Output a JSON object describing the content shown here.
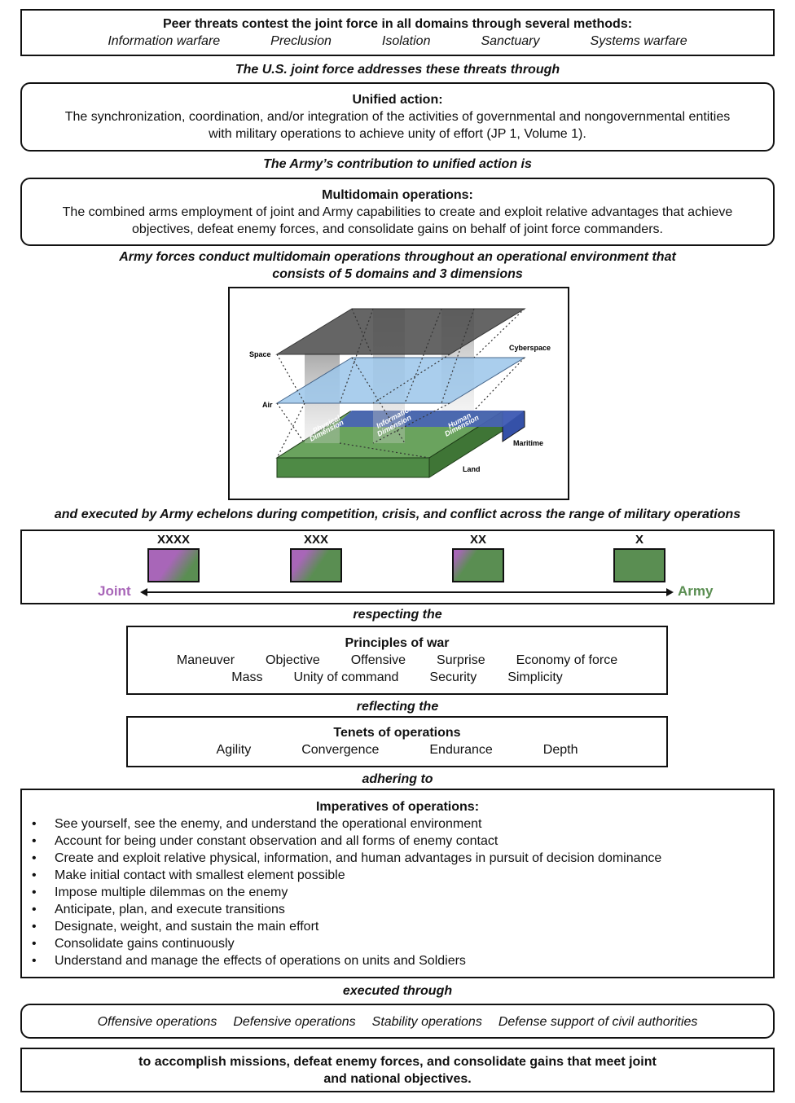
{
  "threats": {
    "title": "Peer threats contest the joint force in all domains through several methods:",
    "methods": [
      "Information warfare",
      "Preclusion",
      "Isolation",
      "Sanctuary",
      "Systems warfare"
    ]
  },
  "connector1": "The U.S. joint force addresses these threats through",
  "unified_action": {
    "title": "Unified action:",
    "line1": "The synchronization, coordination, and/or integration of the activities of governmental and nongovernmental entities",
    "line2": "with military operations to achieve unity of effort (JP 1, Volume 1)."
  },
  "connector2": "The Army’s contribution to unified action is",
  "multidomain": {
    "title": "Multidomain operations:",
    "line1": "The combined arms employment of joint and Army capabilities to create and exploit relative advantages that achieve",
    "line2": "objectives, defeat enemy forces, and consolidate gains on behalf of joint force commanders."
  },
  "connector3": {
    "line1": "Army forces conduct multidomain operations throughout an operational environment that",
    "line2": "consists of 5 domains and 3 dimensions"
  },
  "domains_figure": {
    "space": "Space",
    "cyberspace": "Cyberspace",
    "air": "Air",
    "maritime": "Maritime",
    "land": "Land",
    "physical": [
      "Physical",
      "Dimension"
    ],
    "information": [
      "Information",
      "Dimension"
    ],
    "human": [
      "Human",
      "Dimension"
    ]
  },
  "connector4": "and executed by Army echelons during competition, crisis, and conflict across the range of military operations",
  "echelons": {
    "items": [
      "XXXX",
      "XXX",
      "XX",
      "X"
    ],
    "joint_label": "Joint",
    "army_label": "Army",
    "joint_color": "#a866b8",
    "army_color": "#5a8e52"
  },
  "connector5": "respecting the",
  "principles": {
    "title": "Principles of war",
    "row1": [
      "Maneuver",
      "Objective",
      "Offensive",
      "Surprise",
      "Economy of force"
    ],
    "row2": [
      "Mass",
      "Unity of command",
      "Security",
      "Simplicity"
    ]
  },
  "connector6": "reflecting the",
  "tenets": {
    "title": "Tenets of operations",
    "items": [
      "Agility",
      "Convergence",
      "Endurance",
      "Depth"
    ]
  },
  "connector7": "adhering to",
  "imperatives": {
    "title": "Imperatives of operations:",
    "items": [
      "See yourself, see the enemy, and understand the operational environment",
      "Account for being under constant observation and all forms of enemy contact",
      "Create and exploit relative physical, information, and human advantages in pursuit of decision dominance",
      "Make initial contact with smallest element possible",
      "Impose multiple dilemmas on the enemy",
      "Anticipate, plan, and execute transitions",
      "Designate, weight, and sustain the main effort",
      "Consolidate gains continuously",
      "Understand and manage the effects of operations on units and Soldiers"
    ]
  },
  "connector8": "executed through",
  "operations": [
    "Offensive operations",
    "Defensive operations",
    "Stability operations",
    "Defense support of civil authorities"
  ],
  "final": {
    "line1": "to accomplish missions, defeat enemy forces, and consolidate gains that meet joint",
    "line2": "and national objectives."
  }
}
